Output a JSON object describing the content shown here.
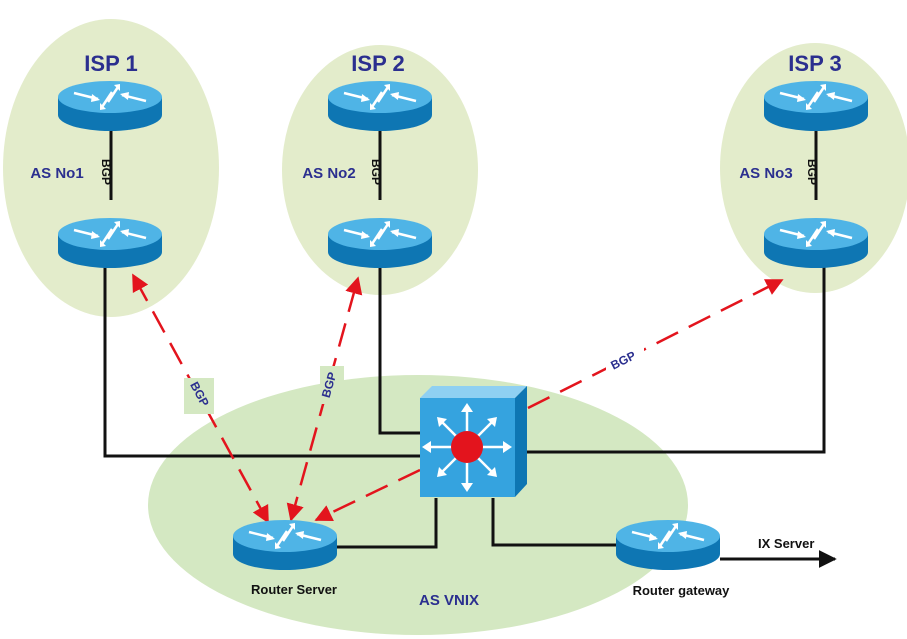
{
  "isps": [
    {
      "title": "ISP 1",
      "as_label": "AS No1",
      "link_label": "BGP"
    },
    {
      "title": "ISP 2",
      "as_label": "AS No2",
      "link_label": "BGP"
    },
    {
      "title": "ISP 3",
      "as_label": "AS No3",
      "link_label": "BGP"
    }
  ],
  "exchange": {
    "as_label": "AS VNIX",
    "router_server_label": "Router Server",
    "router_gateway_label": "Router gateway",
    "ix_server_label": "IX Server"
  },
  "peering_links": [
    "BGP",
    "BGP",
    "BGP"
  ],
  "colors": {
    "region_fill": "#e3eccb",
    "vnix_fill": "#d4e8c2",
    "router_top": "#4fb4e6",
    "router_side": "#0e76b3",
    "switch_face": "#35a3df",
    "switch_center": "#e3141d",
    "dashed_link": "#e3141d",
    "label_blue": "#2b2f8f"
  },
  "icons": [
    "router-icon",
    "layer3-switch-icon",
    "arrow-right-icon"
  ]
}
